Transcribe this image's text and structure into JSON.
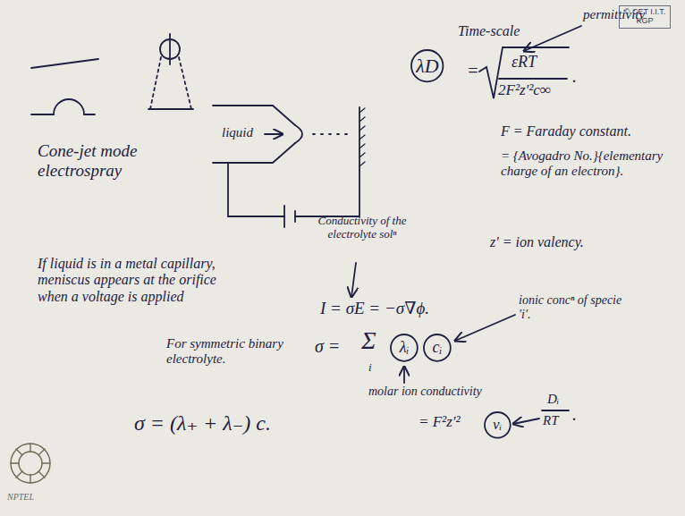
{
  "diagram": {
    "nodes": [
      {
        "text": [
          "© CET I.I.T. KGP"
        ]
      },
      {
        "text": [
          "λD"
        ]
      },
      {
        "text": [
          "λᵢ"
        ]
      },
      {
        "text": [
          "cᵢ"
        ]
      },
      {
        "text": [
          "νᵢ"
        ]
      }
    ],
    "labels": [
      "Cone-jet mode electrospray",
      "liquid",
      "Time-scale",
      "permittivity",
      "=",
      "εRT",
      "2F²z'²c∞",
      ".",
      "F = Faraday constant.",
      "= {Avogadro No.}{elementary charge of an electron}.",
      "If liquid is in a metal capillary, meniscus appears at the orifice when a voltage is applied",
      "Conductivity of the electrolyte solⁿ",
      "I = σE = −σ∇ϕ.",
      "z' = ion valency.",
      "ionic concⁿ of specie 'i'.",
      "σ =",
      "Σ",
      "i",
      "molar ion conductivity",
      "= F²z'²",
      "Dᵢ",
      "RT",
      ".",
      "For symmetric binary electrolyte.",
      "σ = (λ₊ + λ₋) c.",
      "NPTEL"
    ]
  }
}
